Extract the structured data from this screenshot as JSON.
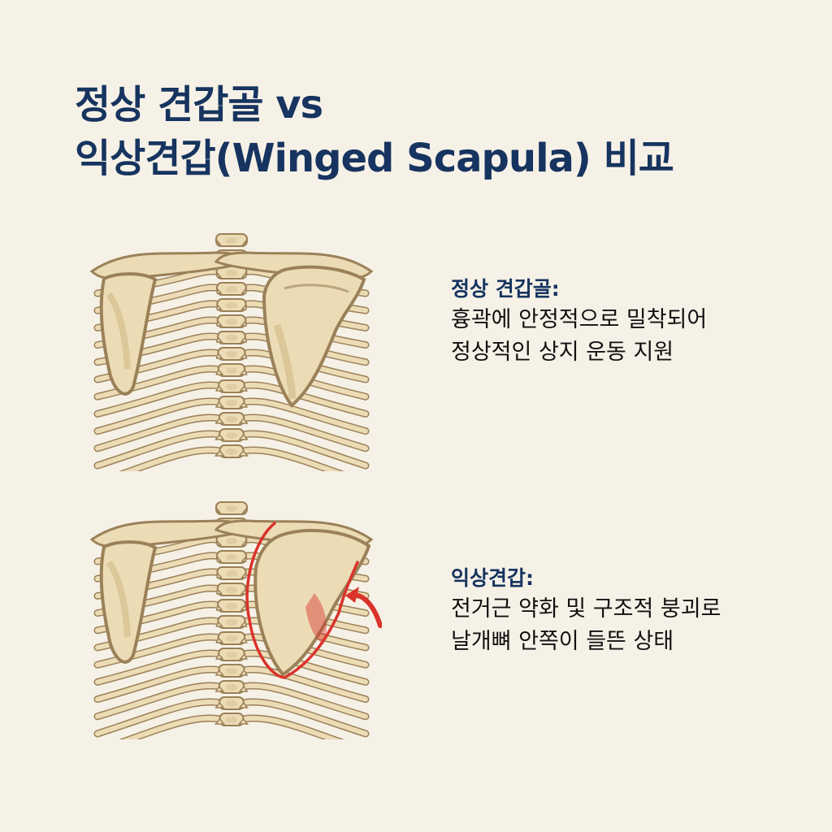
{
  "title": {
    "line1": "정상 견갑골 vs",
    "line2": "익상견갑(Winged Scapula) 비교"
  },
  "normal": {
    "heading": "정상 견갑골:",
    "lines": [
      "흉곽에 안정적으로 밀착되어",
      "정상적인 상지 운동 지원"
    ]
  },
  "winged": {
    "heading": "익상견갑:",
    "lines": [
      "전거근 약화 및 구조적 붕괴로",
      "날개뼈 안쪽이 들뜬 상태"
    ]
  },
  "illustration": {
    "bone_color": "#ecdcb6",
    "bone_stroke": "#9b8158",
    "shade_color": "#d4bd8c",
    "highlight_color": "#d9332c",
    "icons": [
      "rib-cage-illustration",
      "scapula-illustration",
      "curved-arrow-icon"
    ]
  }
}
